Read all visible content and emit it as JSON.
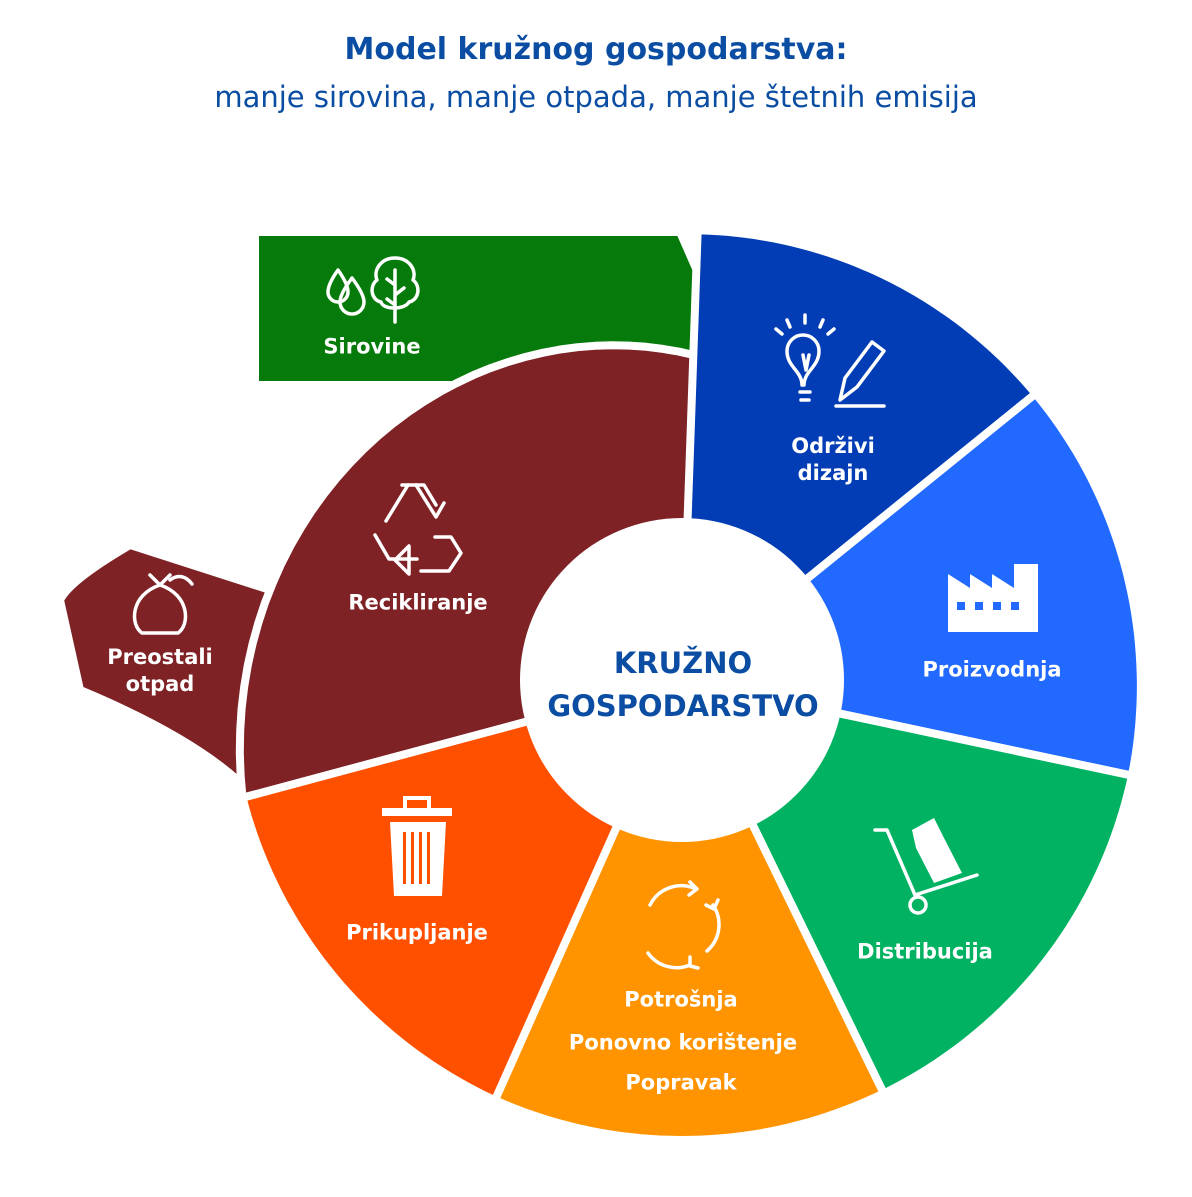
{
  "title": {
    "line1": "Model kružnog gospodarstva:",
    "line2": "manje sirovina, manje otpada, manje štetnih emisija"
  },
  "center": {
    "line1": "KRUŽNO",
    "line2": "GOSPODARSTVO"
  },
  "segments": {
    "sirovine": {
      "label": "Sirovine",
      "color": "#067a0a",
      "icon": "water-drops-tree-icon"
    },
    "dizajn": {
      "line1": "Održivi",
      "line2": "dizajn",
      "color": "#033db5",
      "icon": "lightbulb-pencil-icon"
    },
    "proizvodnja": {
      "label": "Proizvodnja",
      "color": "#2169ff",
      "icon": "factory-icon"
    },
    "distribucija": {
      "label": "Distribucija",
      "color": "#00b261",
      "icon": "hand-truck-icon"
    },
    "potrosnja": {
      "line1": "Potrošnja",
      "line2": "Ponovno korištenje",
      "line3": "Popravak",
      "color": "#ff9400",
      "icon": "cycle-arrows-icon"
    },
    "prikupljanje": {
      "label": "Prikupljanje",
      "color": "#ff5000",
      "icon": "trash-bin-icon"
    },
    "recikliranje": {
      "label": "Recikliranje",
      "color": "#7e2226",
      "icon": "recycle-icon"
    },
    "otpad": {
      "line1": "Preostali",
      "line2": "otpad",
      "color": "#7e2226",
      "icon": "waste-bag-icon"
    }
  }
}
